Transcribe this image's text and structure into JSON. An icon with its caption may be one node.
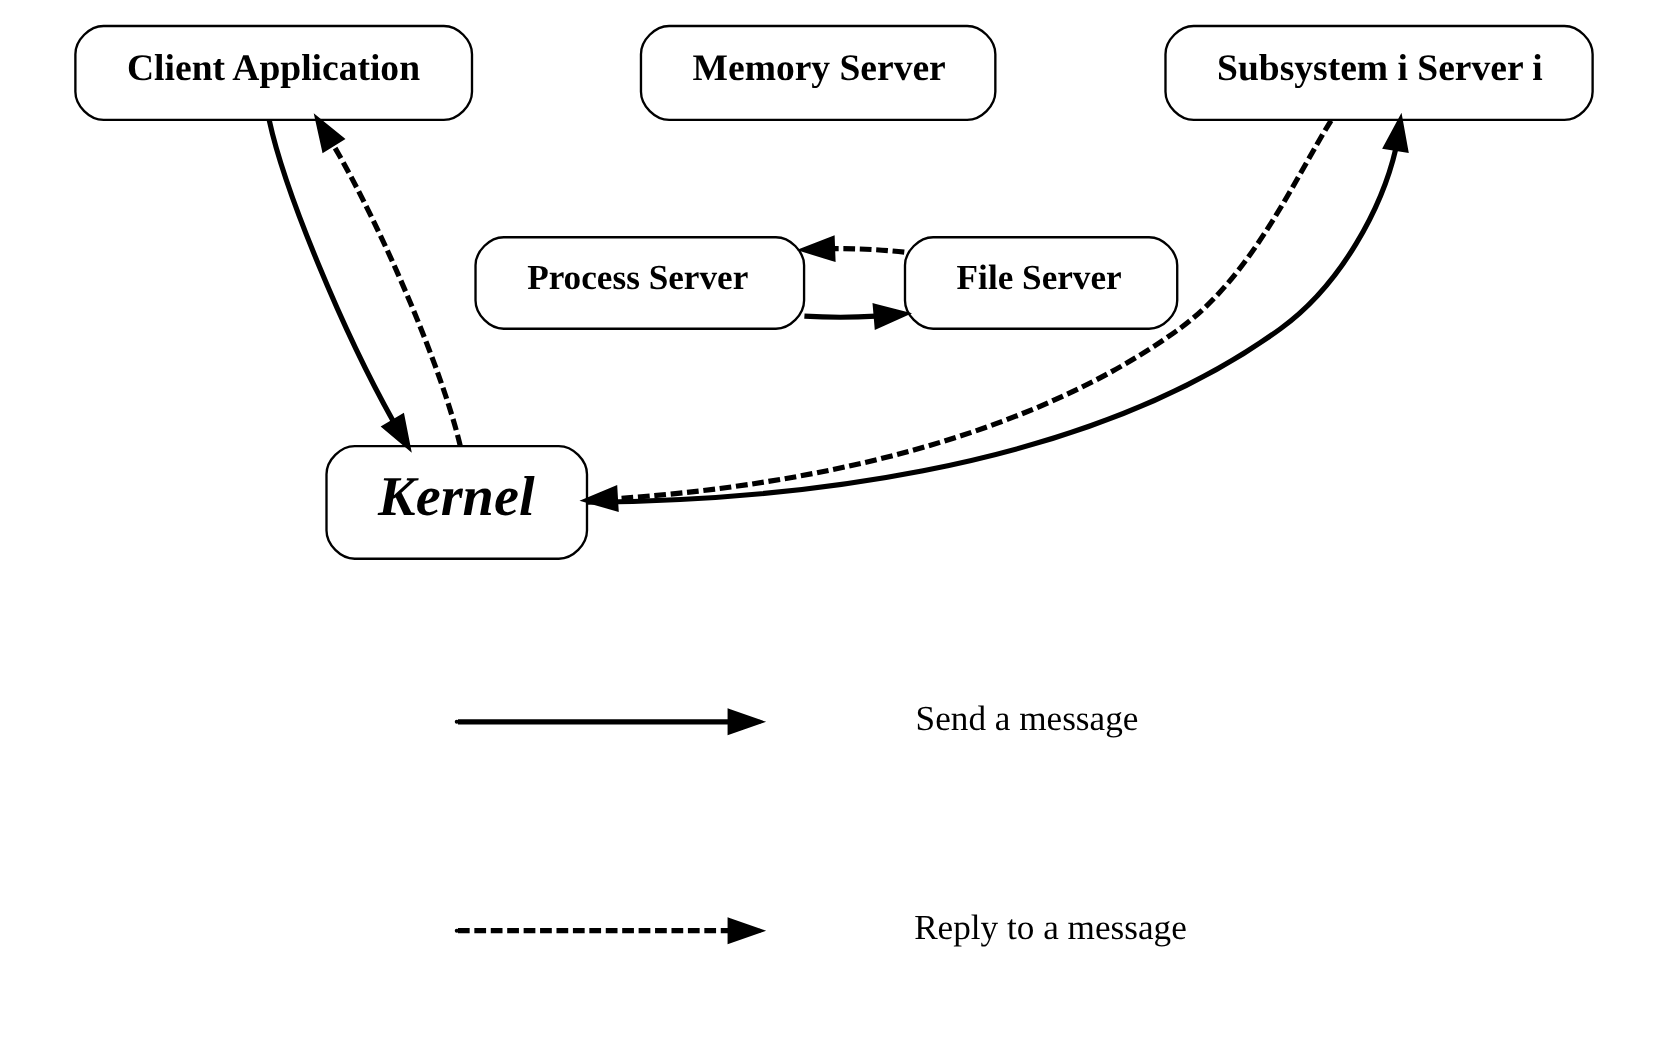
{
  "diagram": {
    "nodes": [
      {
        "text": [
          "Client Application"
        ]
      },
      {
        "text": [
          "Memory Server"
        ]
      },
      {
        "text": [
          "Subsystem i Server i"
        ]
      },
      {
        "text": [
          "Process Server"
        ]
      },
      {
        "text": [
          "File Server"
        ]
      },
      {
        "text": [
          "Kernel"
        ]
      }
    ],
    "edges": [
      {
        "from": 0,
        "to": 5,
        "arrow": "to"
      },
      {
        "from": 5,
        "to": 0,
        "arrow": "to",
        "style": "dashed"
      },
      {
        "from": 3,
        "to": 4,
        "arrow": "to"
      },
      {
        "from": 4,
        "to": 3,
        "arrow": "to",
        "style": "dashed"
      },
      {
        "from": 5,
        "to": 2,
        "arrow": "to"
      },
      {
        "from": 2,
        "to": 5,
        "arrow": "to",
        "style": "dashed"
      }
    ],
    "legend": [
      {
        "text": "Send a message"
      },
      {
        "text": "Reply to a message"
      }
    ]
  }
}
